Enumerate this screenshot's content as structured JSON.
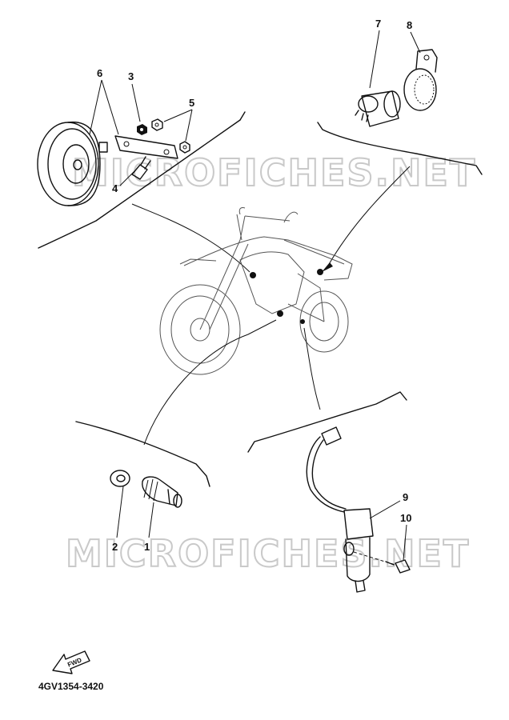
{
  "watermark": "MICROFICHES.NET",
  "part_code": "4GV1354-3420",
  "front_arrow_label": "FWD",
  "callouts": {
    "c1": "1",
    "c2": "2",
    "c3": "3",
    "c4": "4",
    "c5": "5",
    "c6": "6",
    "c7": "7",
    "c8": "8",
    "c9": "9",
    "c10": "10"
  }
}
